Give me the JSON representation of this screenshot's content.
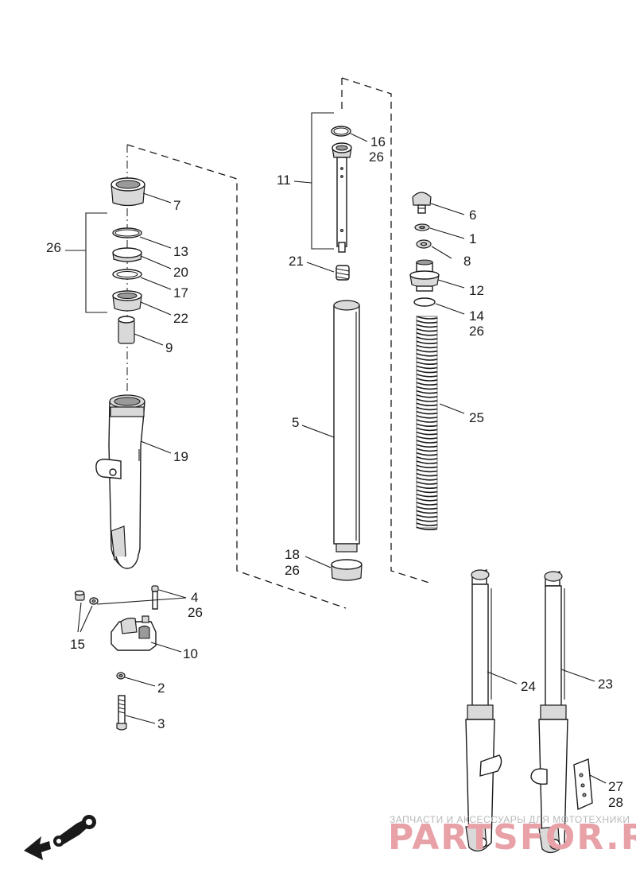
{
  "callouts": [
    {
      "id": "c1",
      "text": "1"
    },
    {
      "id": "c2",
      "text": "2"
    },
    {
      "id": "c3",
      "text": "3"
    },
    {
      "id": "c4",
      "text": "4"
    },
    {
      "id": "c4b",
      "text": "26"
    },
    {
      "id": "c5",
      "text": "5"
    },
    {
      "id": "c6",
      "text": "6"
    },
    {
      "id": "c7",
      "text": "7"
    },
    {
      "id": "c8",
      "text": "8"
    },
    {
      "id": "c9",
      "text": "9"
    },
    {
      "id": "c10",
      "text": "10"
    },
    {
      "id": "c11",
      "text": "11"
    },
    {
      "id": "c12",
      "text": "12"
    },
    {
      "id": "c13",
      "text": "13"
    },
    {
      "id": "c14",
      "text": "14"
    },
    {
      "id": "c14b",
      "text": "26"
    },
    {
      "id": "c15",
      "text": "15"
    },
    {
      "id": "c16",
      "text": "16"
    },
    {
      "id": "c16b",
      "text": "26"
    },
    {
      "id": "c17",
      "text": "17"
    },
    {
      "id": "c18",
      "text": "18"
    },
    {
      "id": "c18b",
      "text": "26"
    },
    {
      "id": "c19",
      "text": "19"
    },
    {
      "id": "c20",
      "text": "20"
    },
    {
      "id": "c21",
      "text": "21"
    },
    {
      "id": "c22",
      "text": "22"
    },
    {
      "id": "c23",
      "text": "23"
    },
    {
      "id": "c24",
      "text": "24"
    },
    {
      "id": "c25",
      "text": "25"
    },
    {
      "id": "c26",
      "text": "26"
    },
    {
      "id": "c27",
      "text": "27"
    },
    {
      "id": "c28",
      "text": "28"
    }
  ],
  "watermark": {
    "tagline": "ЗАПЧАСТИ И АКСЕССУАРЫ ДЛЯ МОТОТЕХНИКИ",
    "brand": "PARTSFOR.RU"
  }
}
